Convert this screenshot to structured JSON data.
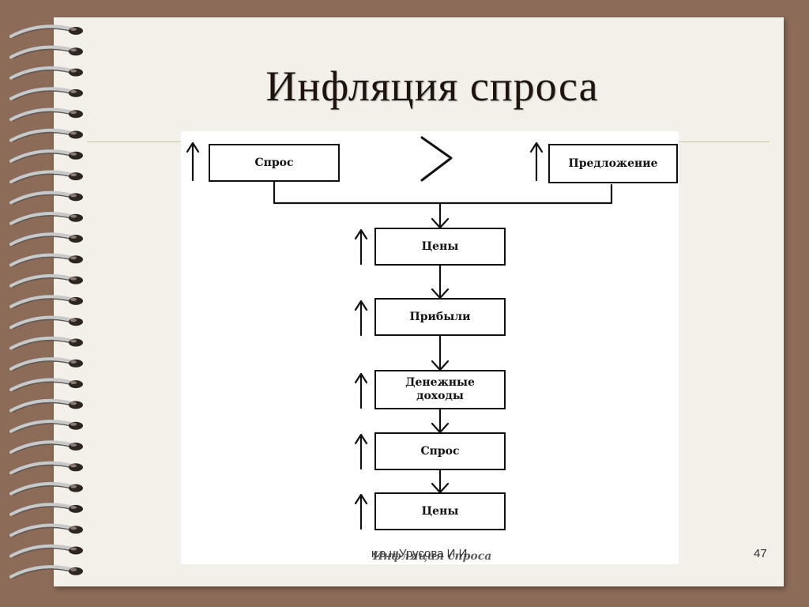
{
  "slide": {
    "title": "Инфляция спроса",
    "footer": "к.э.н.Урусова И.И.",
    "footer_overlay": "Инфляция спроса",
    "page_number": "47"
  },
  "diagram": {
    "top_left_box": "Спрос",
    "comparison_symbol": ">",
    "top_right_box": "Предложение",
    "chain": [
      "Цены",
      "Прибыли",
      "Денежные доходы",
      "Спрос",
      "Цены"
    ],
    "chain_line2": [
      "",
      "",
      "доходы",
      "",
      ""
    ],
    "chain_line1": [
      "Цены",
      "Прибыли",
      "Денежные",
      "Спрос",
      "Цены"
    ]
  },
  "colors": {
    "background": "#8c6b58",
    "page": "#f3f0ea",
    "ink": "#111111"
  },
  "icons": [
    "spiral-binding-icon",
    "up-arrow-icon",
    "down-arrow-icon",
    "greater-than-icon"
  ]
}
